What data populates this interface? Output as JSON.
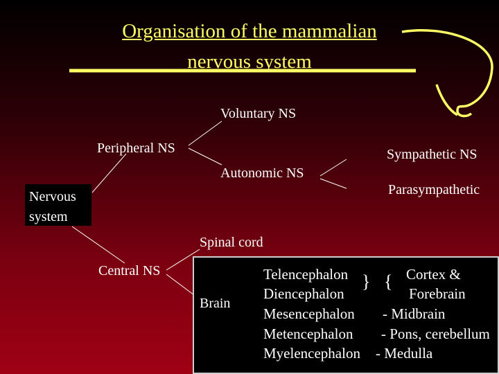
{
  "title": {
    "line1": "Organisation of the mammalian",
    "line2": "nervous system"
  },
  "nodes": {
    "voluntary": "Voluntary NS",
    "peripheral": "Peripheral NS",
    "sympathetic": "Sympathetic NS",
    "autonomic": "Autonomic NS",
    "parasympathetic": "Parasympathetic",
    "nervous_line1": "Nervous",
    "nervous_line2": "system",
    "spinal": "Spinal cord",
    "central": "Central NS",
    "brain": "Brain"
  },
  "brain_parts": {
    "telencephalon": "Telencephalon",
    "diencephalon": "Diencephalon",
    "mesencephalon": "Mesencephalon",
    "metencephalon": "Metencephalon",
    "myelencephalon": "Myelencephalon",
    "cortex": "Cortex &",
    "forebrain": "Forebrain",
    "midbrain": "- Midbrain",
    "pons": "- Pons, cerebellum",
    "medulla": "- Medulla",
    "right_brace": "}",
    "left_brace": "{"
  }
}
